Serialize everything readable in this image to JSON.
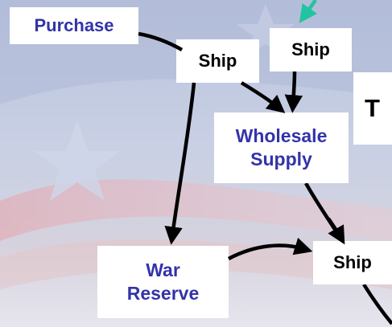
{
  "nodes": {
    "purchase": "Purchase",
    "ship_top": "Ship",
    "ship_mid": "Ship",
    "wholesale_line1": "Wholesale",
    "wholesale_line2": "Supply",
    "t_label": "T",
    "war_line1": "War",
    "war_line2": "Reserve",
    "ship_bottom": "Ship"
  },
  "colors": {
    "node_text_blue": "#3333aa",
    "node_text_black": "#000000",
    "node_fill": "#ffffff",
    "arrow_black": "#000000",
    "arrow_teal": "#22c3a0",
    "background_blue": "#b9c3dd",
    "flag_red": "#d9a3ad"
  },
  "edges": [
    {
      "from": "Purchase",
      "to": "Ship"
    },
    {
      "from": "Ship",
      "to": "Wholesale Supply"
    },
    {
      "from": "Ship",
      "to": "Wholesale Supply"
    },
    {
      "from": "Ship",
      "to": "War Reserve"
    },
    {
      "from": "Wholesale Supply",
      "to": "Ship"
    },
    {
      "from": "War Reserve",
      "to": "Ship"
    }
  ]
}
